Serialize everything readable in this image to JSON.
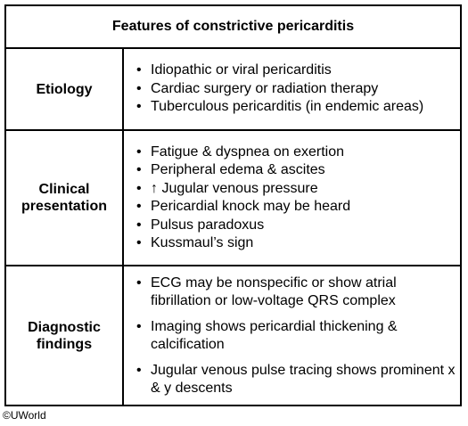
{
  "table": {
    "title": "Features of constrictive pericarditis",
    "rows": [
      {
        "label": "Etiology",
        "items": [
          "Idiopathic or viral pericarditis",
          "Cardiac surgery or radiation therapy",
          "Tuberculous pericarditis (in endemic areas)"
        ]
      },
      {
        "label": "Clinical presentation",
        "items": [
          "Fatigue & dyspnea on exertion",
          "Peripheral edema & ascites",
          "↑ Jugular  venous pressure",
          "Pericardial knock may be heard",
          "Pulsus paradoxus",
          "Kussmaul’s sign"
        ]
      },
      {
        "label": "Diagnostic findings",
        "items": [
          "ECG may be nonspecific or show atrial fibrillation or low-voltage QRS complex",
          "Imaging shows pericardial thickening & calcification",
          "Jugular venous pulse tracing shows prominent x & y descents"
        ]
      }
    ]
  },
  "copyright": "©UWorld"
}
